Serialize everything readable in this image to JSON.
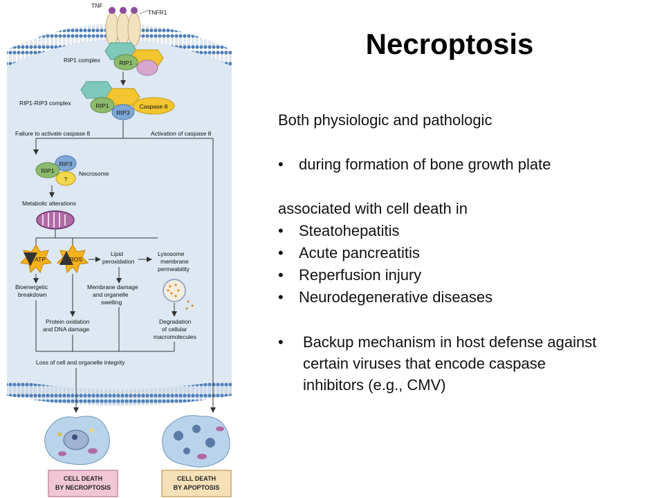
{
  "slide": {
    "title": "Necroptosis",
    "intro": "Both physiologic and pathologic",
    "bullet_physiologic": "during formation of bone growth plate",
    "assoc_heading": "associated with cell death in",
    "diseases": [
      "Steatohepatitis",
      "Acute pancreatitis",
      "Reperfusion injury",
      "Neurodegenerative diseases"
    ],
    "backup_line1": "Backup mechanism in host defense against",
    "backup_line2": "certain viruses that encode caspase",
    "backup_line3": "inhibitors (e.g., CMV)"
  },
  "diagram": {
    "tnf": "TNF",
    "tnfr1": "TNFR1",
    "rip1_complex": "RIP1 complex",
    "rip1": "RIP1",
    "rip1_rip3_complex": "RIP1-RIP3 complex",
    "rip3": "RIP3",
    "caspase8": "Caspase 8",
    "failure_caspase8": "Failure to activate caspase 8",
    "activation_caspase8": "Activation of caspase 8",
    "necrosome": "Necrosome",
    "question": "?",
    "metabolic": "Metabolic alterations",
    "atp": "ATP",
    "ros": "ROS",
    "lipid_1": "Lipid",
    "lipid_2": "peroxidation",
    "lysosome_1": "Lysosome",
    "lysosome_2": "membrane",
    "lysosome_3": "permeability",
    "bioenergetic_1": "Bioenergetic",
    "bioenergetic_2": "breakdown",
    "membrane_damage_1": "Membrane damage",
    "membrane_damage_2": "and organelle",
    "membrane_damage_3": "swelling",
    "protein_1": "Protein oxidation",
    "protein_2": "and DNA damage",
    "degradation_1": "Degradation",
    "degradation_2": "of cellular",
    "degradation_3": "macromolecules",
    "loss": "Loss of cell and organelle integrity",
    "necroptosis_box_1": "CELL DEATH",
    "necroptosis_box_2": "BY NECROPTOSIS",
    "apoptosis_box_1": "CELL DEATH",
    "apoptosis_box_2": "BY APOPTOSIS"
  }
}
